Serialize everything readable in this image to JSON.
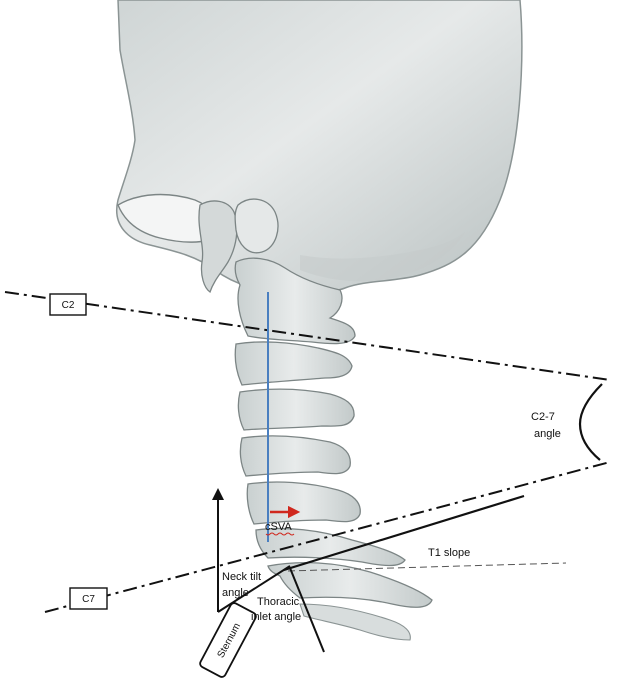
{
  "labels": {
    "c2": "C2",
    "c7": "C7",
    "c27_angle_line1": "C2-7",
    "c27_angle_line2": "angle",
    "csva": "cSVA",
    "t1_slope": "T1 slope",
    "neck_tilt_line1": "Neck tilt",
    "neck_tilt_line2": "angle",
    "thoracic_inlet_line1": "Thoracic",
    "thoracic_inlet_line2": "inlet angle",
    "sternum": "Sternum"
  },
  "colors": {
    "bone_fill": "#dfe3e3",
    "bone_shadow": "#b7bebe",
    "bone_outline": "#7c8585",
    "plumb_line": "#4a7fc0",
    "csva_arrow": "#d0281e",
    "csva_underline": "#d0281e",
    "line_black": "#111111",
    "dashed_gray": "#555555"
  }
}
